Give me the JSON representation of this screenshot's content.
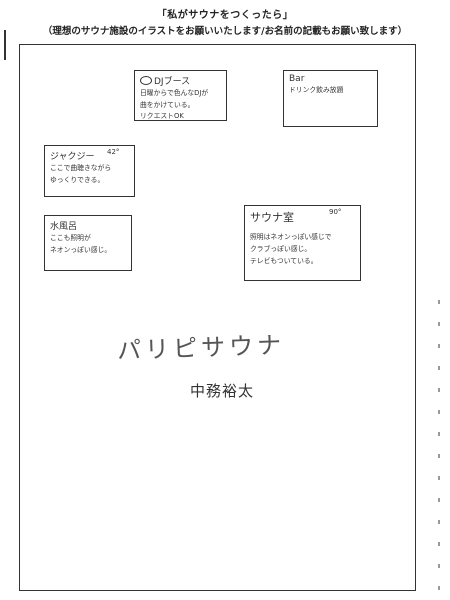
{
  "header": {
    "title": "「私がサウナをつくったら」",
    "subtitle": "（理想のサウナ施設のイラストをお願いいたします/お名前の記載もお願い致します）"
  },
  "boxes": {
    "dj": {
      "title": "DJブース",
      "lines": [
        "日曜からで色んなDJが",
        "曲をかけている。",
        "リクエストOK"
      ]
    },
    "bar": {
      "title": "Bar",
      "lines": [
        "ドリンク飲み放題"
      ]
    },
    "jacuzzi": {
      "title": "ジャクジー",
      "temp": "42°",
      "lines": [
        "ここで曲聴きながら",
        "ゆっくりできる。"
      ]
    },
    "mizuburo": {
      "title": "水風呂",
      "lines": [
        "ここも照明が",
        "ネオンっぽい感じ。"
      ]
    },
    "sauna": {
      "title": "サウナ室",
      "temp": "90°",
      "lines": [
        "照明はネオンっぽい感じで",
        "クラブっぽい感じ。",
        "テレビもついている。"
      ]
    }
  },
  "drawing_title": "パリピサウナ",
  "author": "中務裕太"
}
